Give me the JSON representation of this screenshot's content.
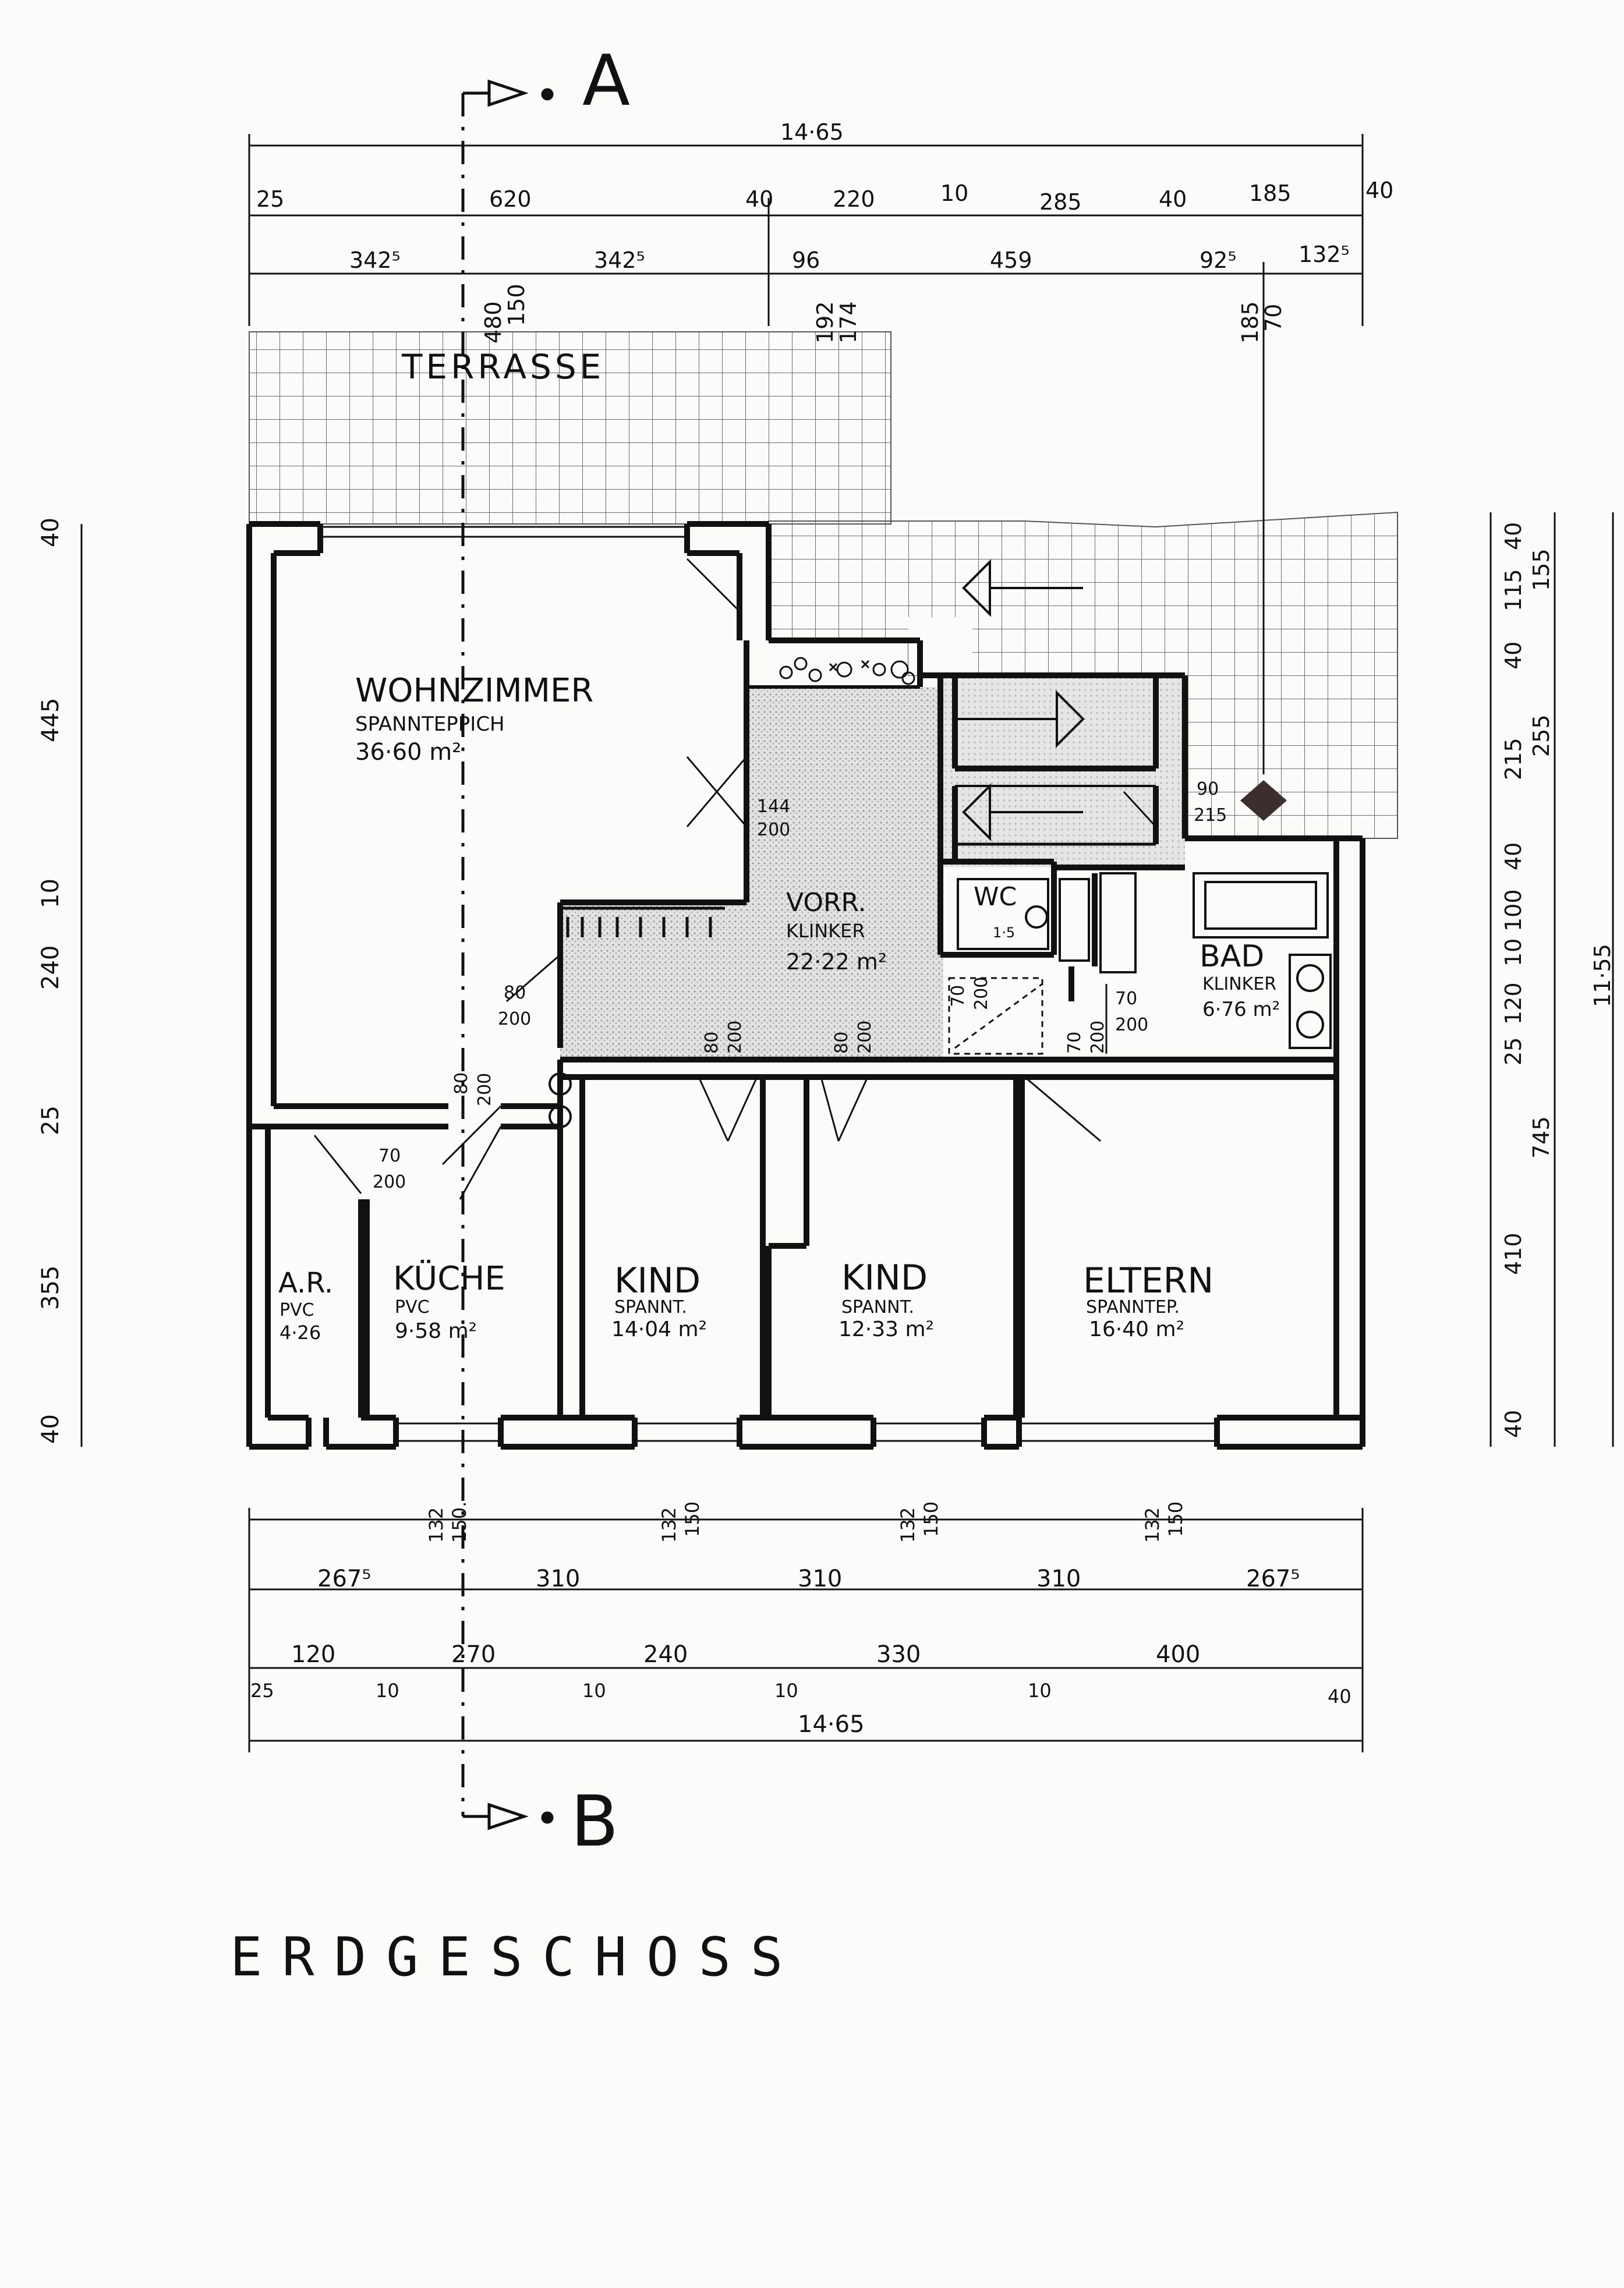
{
  "title": "ERDGESCHOSS",
  "section_marks": {
    "top": "A",
    "bottom": "B"
  },
  "colors": {
    "ink": "#111111",
    "paper": "#fbfbf9",
    "hatch": "#c9c9c9",
    "stipple": "#bdbdbd"
  },
  "rooms": {
    "terrasse": {
      "name": "TERRASSE"
    },
    "wohnzimmer": {
      "name": "WOHNZIMMER",
      "floor": "SPANNTEPPICH",
      "area": "36·60 m²"
    },
    "vorraum": {
      "name": "VORR.",
      "floor": "KLINKER",
      "area": "22·22 m²"
    },
    "wc": {
      "name": "WC",
      "area": "1·5"
    },
    "bad": {
      "name": "BAD",
      "floor": "KLINKER",
      "area": "6·76 m²"
    },
    "abstellraum": {
      "name": "A.R.",
      "floor": "PVC",
      "area": "4·26"
    },
    "kueche": {
      "name": "KÜCHE",
      "floor": "PVC",
      "area": "9·58 m²"
    },
    "kind1": {
      "name": "KIND",
      "floor": "SPANNT.",
      "area": "14·04 m²"
    },
    "kind2": {
      "name": "KIND",
      "floor": "SPANNT.",
      "area": "12·33 m²"
    },
    "eltern": {
      "name": "ELTERN",
      "floor": "SPANNTEP.",
      "area": "16·40 m²"
    }
  },
  "doors": {
    "entry": {
      "w": "144",
      "h": "200"
    },
    "wohn": {
      "w": "80",
      "h": "200"
    },
    "kueche": {
      "w": "80",
      "h": "200"
    },
    "ar": {
      "w": "70",
      "h": "200"
    },
    "kind1": {
      "w": "80",
      "h": "200"
    },
    "kind2": {
      "w": "80",
      "h": "200"
    },
    "wc": {
      "w": "70",
      "h": "200"
    },
    "bad": {
      "w": "70",
      "h": "200"
    },
    "eltern": {
      "w": "70",
      "h": "200"
    },
    "stair": {
      "w": "90",
      "h": "215"
    }
  },
  "dims_top": {
    "overall": "14·65",
    "row1": [
      "25",
      "620",
      "40",
      "220",
      "10",
      "285",
      "40",
      "185",
      "40"
    ],
    "row2": [
      "342⁵",
      "342⁵",
      "96",
      "459",
      "92⁵",
      "132⁵"
    ],
    "verticals": [
      "480",
      "150",
      "192",
      "174",
      "185",
      "70"
    ]
  },
  "dims_bottom": {
    "overall": "14·65",
    "row1": [
      "267⁵",
      "310",
      "310",
      "310",
      "267⁵"
    ],
    "row2": [
      "120",
      "270",
      "240",
      "330",
      "400"
    ],
    "row2_small": [
      "25",
      "10",
      "10",
      "10",
      "10",
      "40"
    ],
    "window_heights": [
      "132",
      "150.",
      "132",
      "150",
      "132",
      "150",
      "132",
      "150"
    ]
  },
  "dims_left": [
    "40",
    "445",
    "10",
    "240",
    "25",
    "355",
    "40"
  ],
  "dims_right": {
    "inner": [
      "40",
      "115",
      "40",
      "215",
      "40",
      "100",
      "10",
      "120",
      "25",
      "410",
      "40"
    ],
    "outer": [
      "155",
      "255",
      "745",
      "11·55"
    ]
  }
}
